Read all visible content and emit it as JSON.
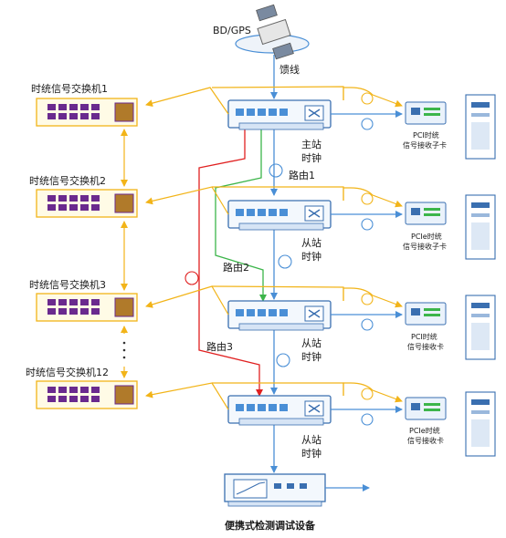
{
  "satellite": {
    "label": "BD/GPS"
  },
  "feeder_label": "馈线",
  "switches": [
    {
      "label": "时统信号交换机1"
    },
    {
      "label": "时统信号交换机2"
    },
    {
      "label": "时统信号交换机3"
    },
    {
      "label": "时统信号交换机12"
    }
  ],
  "clocks": [
    {
      "line1": "主站",
      "line2": "时钟"
    },
    {
      "line1": "从站",
      "line2": "时钟"
    },
    {
      "line1": "从站",
      "line2": "时钟"
    },
    {
      "line1": "从站",
      "line2": "时钟"
    }
  ],
  "routes": [
    {
      "label": "路由1",
      "color": "#4a8fd6"
    },
    {
      "label": "路由2",
      "color": "#3cb54a"
    },
    {
      "label": "路由3",
      "color": "#e02020"
    }
  ],
  "cards": [
    {
      "line1": "PCI时统",
      "line2": "信号接收子卡"
    },
    {
      "line1": "PCIe时统",
      "line2": "信号接收子卡"
    },
    {
      "line1": "PCI时统",
      "line2": "信号接收卡"
    },
    {
      "line1": "PCIe时统",
      "line2": "信号接收卡"
    }
  ],
  "device": {
    "label": "便携式检测调试设备"
  },
  "colors": {
    "fiber": "#f2b419",
    "link": "#4a8fd6",
    "switch_fill": "#fffbe6",
    "port": "#6a2a8e",
    "clock_fill": "#f3f8fd"
  }
}
